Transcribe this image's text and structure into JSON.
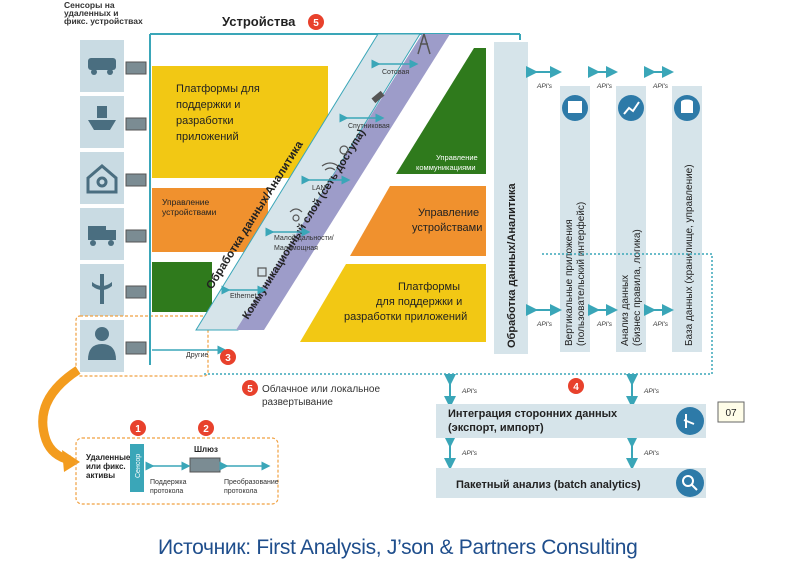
{
  "sensors_title": [
    "Сенсоры на",
    "удаленных и",
    "фикс. устройствах"
  ],
  "devices_title": "Устройства",
  "platforms_left": [
    "Платформы для",
    "поддержки и",
    "разработки",
    "приложений"
  ],
  "device_mgmt_left": [
    "Управление",
    "устройствами"
  ],
  "analytics_left": "Обработка данных/Аналитика",
  "comm_layer": "Коммуникационный слой (сеть доступа)",
  "networks": {
    "cellular": "Сотовая",
    "satellite": "Спутниковая",
    "lan": "LAN",
    "lpwan": [
      "Малой дальности/",
      "Маломощная"
    ],
    "ethernet": "Ethernet",
    "other": "Другие"
  },
  "right": {
    "comm_mgmt": [
      "Управление",
      "коммуникациями"
    ],
    "device_mgmt": [
      "Управление",
      "устройствами"
    ],
    "platforms": [
      "Платформы",
      "для поддержки и",
      "разработки приложений"
    ],
    "analytics": "Обработка данных/Аналитика",
    "vertical_apps": [
      "Вертикальные приложения",
      "(пользовательский интерфейс)"
    ],
    "data_analysis": [
      "Анализ данных",
      "(бизнес правила, логика)"
    ],
    "database": [
      "База данных (хранилище, управление)"
    ]
  },
  "api_label": "API's",
  "cloud_note": [
    "Облачное или локальное",
    "развертывание"
  ],
  "integration": [
    "Интеграция сторонних данных",
    "(экспорт, импорт)"
  ],
  "batch": "Пакетный анализ (batch analytics)",
  "page_badge": "07",
  "bottom": {
    "remote_assets": [
      "Удаленные",
      "или фикс.",
      "активы"
    ],
    "sensor": "Сенсор",
    "gateway": "Шлюз",
    "support_protocol": [
      "Поддержка",
      "протокола"
    ],
    "convert_protocol": [
      "Преобразование",
      "протокола"
    ]
  },
  "markers": [
    "1",
    "2",
    "3",
    "4",
    "5",
    "5"
  ],
  "source": "Источник: First Analysis, J’son & Partners Consulting",
  "colors": {
    "yellow": "#f2c814",
    "orange": "#f0912e",
    "green": "#2f7a1c",
    "panel": "#d6e4ea",
    "red_marker": "#e8412c",
    "purple_band": "#9d9cc9",
    "source_text": "#1f4e8c",
    "arrow_orange": "#f39c1e"
  },
  "icons": [
    "car-icon",
    "ship-icon",
    "house-gear-icon",
    "truck-icon",
    "medical-icon",
    "person-icon",
    "antenna-icon",
    "satellite-icon",
    "wifi-icon",
    "sensor-icon",
    "tablet-icon",
    "chart-icon",
    "database-icon",
    "touch-icon",
    "magnifier-icon"
  ]
}
